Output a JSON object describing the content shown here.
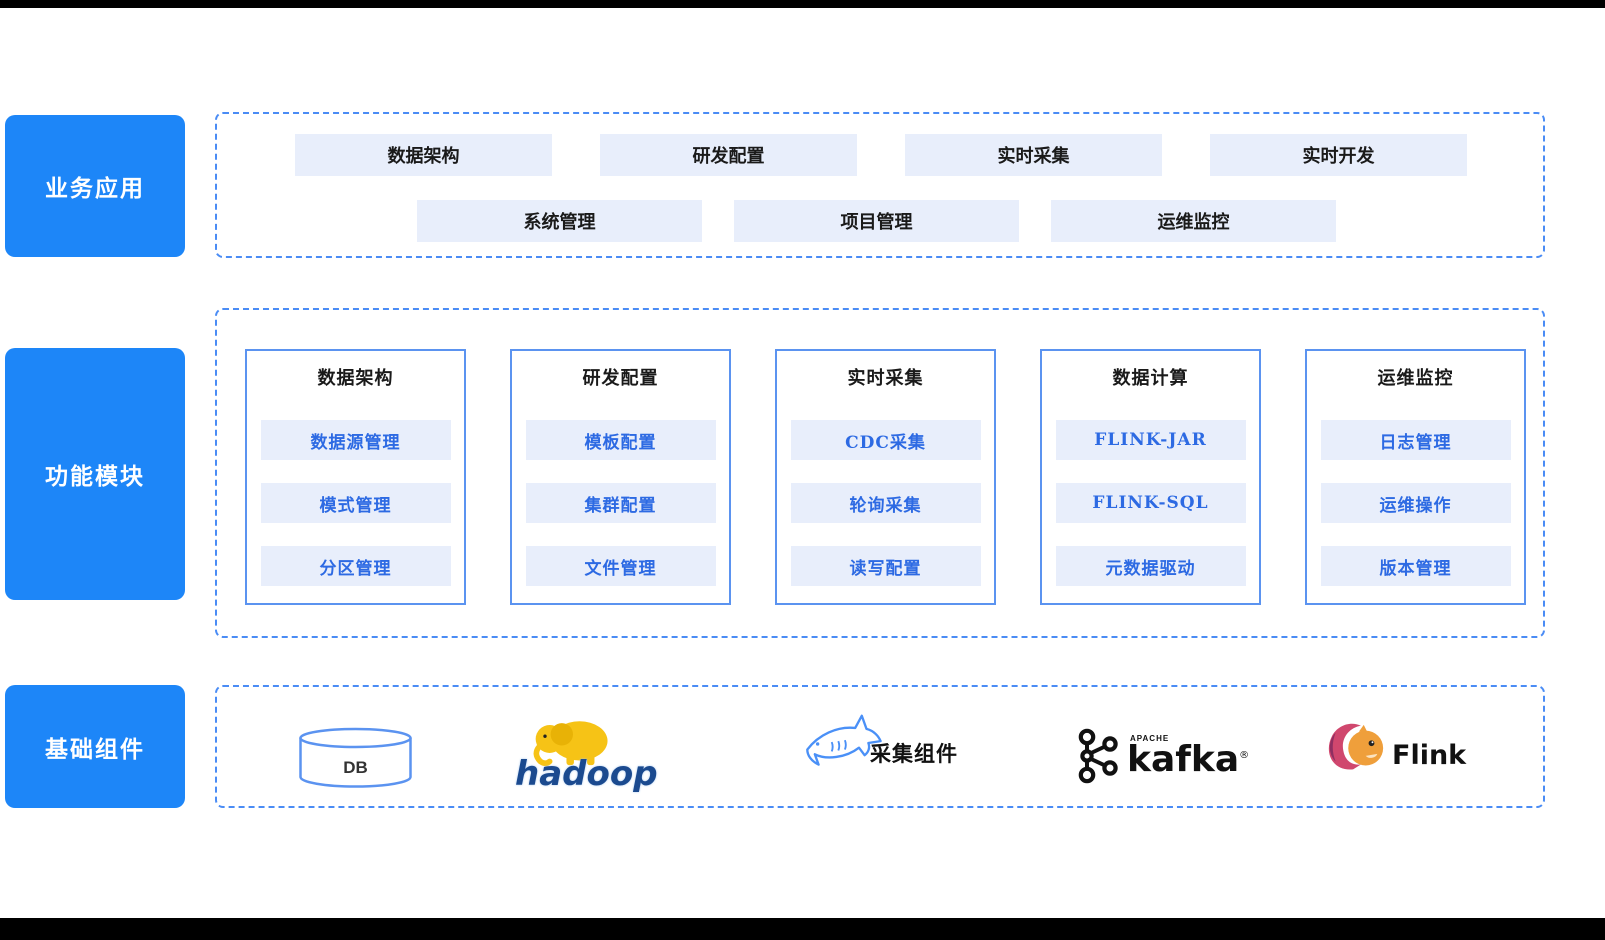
{
  "colors": {
    "accent_blue": "#1d86f8",
    "dashed_border": "#4a8cf5",
    "column_border": "#5b93f0",
    "item_bg": "#e8eefb",
    "blue_item_text": "#2d6ae3"
  },
  "business": {
    "label": "业务应用",
    "row1": [
      "数据架构",
      "研发配置",
      "实时采集",
      "实时开发"
    ],
    "row2": [
      "系统管理",
      "项目管理",
      "运维监控"
    ]
  },
  "modules": {
    "label": "功能模块",
    "columns": [
      {
        "header": "数据架构",
        "items": [
          "数据源管理",
          "模式管理",
          "分区管理"
        ]
      },
      {
        "header": "研发配置",
        "items": [
          "模板配置",
          "集群配置",
          "文件管理"
        ]
      },
      {
        "header": "实时采集",
        "items": [
          "CDC采集",
          "轮询采集",
          "读写配置"
        ]
      },
      {
        "header": "数据计算",
        "items": [
          "FLINK-JAR",
          "FLINK-SQL",
          "元数据驱动"
        ]
      },
      {
        "header": "运维监控",
        "items": [
          "日志管理",
          "运维操作",
          "版本管理"
        ]
      }
    ]
  },
  "foundation": {
    "label": "基础组件",
    "db_label": "DB",
    "hadoop_label": "hadoop",
    "collector_label": "采集组件",
    "kafka_sublabel": "APACHE",
    "kafka_label": "kafka",
    "kafka_reg": "®",
    "flink_label": "Flink"
  }
}
